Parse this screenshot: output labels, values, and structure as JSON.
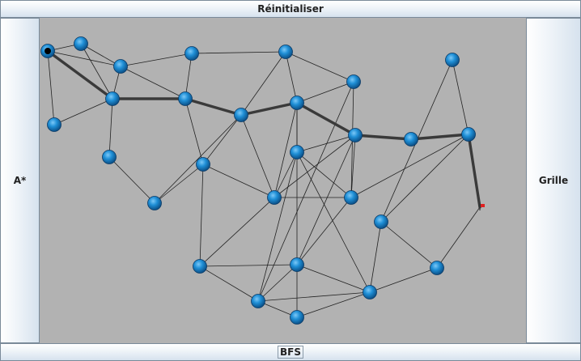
{
  "buttons": {
    "reset": "Réinitialiser",
    "astar": "A*",
    "grid": "Grille",
    "bfs": "BFS"
  },
  "colors": {
    "canvas_bg": "#b2b2b2",
    "node": "#1f8fd6",
    "edge": "#222222",
    "path": "#3a3a3a",
    "start_marker": "#000000",
    "goal_marker": "#e02020"
  },
  "graph": {
    "nodes": [
      {
        "id": "n1",
        "kind": "start"
      },
      {
        "id": "n2"
      },
      {
        "id": "n3"
      },
      {
        "id": "n4"
      },
      {
        "id": "n5"
      },
      {
        "id": "n6"
      },
      {
        "id": "n7"
      },
      {
        "id": "n8"
      },
      {
        "id": "n9"
      },
      {
        "id": "n10"
      },
      {
        "id": "n11"
      },
      {
        "id": "n12"
      },
      {
        "id": "n13"
      },
      {
        "id": "n14"
      },
      {
        "id": "n15"
      },
      {
        "id": "n16"
      },
      {
        "id": "n17"
      },
      {
        "id": "n18"
      },
      {
        "id": "n19"
      },
      {
        "id": "n20"
      },
      {
        "id": "n21"
      },
      {
        "id": "n22"
      },
      {
        "id": "n23"
      },
      {
        "id": "n24"
      },
      {
        "id": "n25"
      },
      {
        "id": "n26"
      },
      {
        "id": "n27"
      },
      {
        "id": "n28"
      },
      {
        "id": "n29",
        "kind": "goal"
      }
    ],
    "edges": [
      [
        "n1",
        "n2"
      ],
      [
        "n1",
        "n3"
      ],
      [
        "n1",
        "n5"
      ],
      [
        "n1",
        "n6"
      ],
      [
        "n2",
        "n3"
      ],
      [
        "n2",
        "n5"
      ],
      [
        "n3",
        "n4"
      ],
      [
        "n3",
        "n9"
      ],
      [
        "n3",
        "n5"
      ],
      [
        "n4",
        "n9"
      ],
      [
        "n5",
        "n9"
      ],
      [
        "n5",
        "n7"
      ],
      [
        "n6",
        "n5"
      ],
      [
        "n7",
        "n8"
      ],
      [
        "n8",
        "n10"
      ],
      [
        "n8",
        "n11"
      ],
      [
        "n9",
        "n10"
      ],
      [
        "n9",
        "n11"
      ],
      [
        "n10",
        "n11"
      ],
      [
        "n10",
        "n12"
      ],
      [
        "n11",
        "n13"
      ],
      [
        "n11",
        "n14"
      ],
      [
        "n12",
        "n13"
      ],
      [
        "n12",
        "n15"
      ],
      [
        "n13",
        "n14"
      ],
      [
        "n13",
        "n16"
      ],
      [
        "n14",
        "n16"
      ],
      [
        "n14",
        "n15"
      ],
      [
        "n14",
        "n17"
      ],
      [
        "n15",
        "n16"
      ],
      [
        "n15",
        "n18"
      ],
      [
        "n16",
        "n18"
      ],
      [
        "n16",
        "n19"
      ],
      [
        "n17",
        "n21"
      ],
      [
        "n18",
        "n20"
      ],
      [
        "n18",
        "n21"
      ],
      [
        "n19",
        "n20"
      ],
      [
        "n20",
        "n22"
      ],
      [
        "n20",
        "n29"
      ],
      [
        "n21",
        "n23"
      ],
      [
        "n23",
        "n24"
      ],
      [
        "n23",
        "n27"
      ],
      [
        "n23",
        "n28"
      ],
      [
        "n24",
        "n27"
      ],
      [
        "n26",
        "n22"
      ],
      [
        "n25",
        "n22"
      ],
      [
        "n27",
        "n28"
      ],
      [
        "n27",
        "n22"
      ],
      [
        "n22",
        "n26"
      ]
    ],
    "path": [
      "n1",
      "n5",
      "n9",
      "n11",
      "n14",
      "n16",
      "n19",
      "n20",
      "n29"
    ]
  }
}
